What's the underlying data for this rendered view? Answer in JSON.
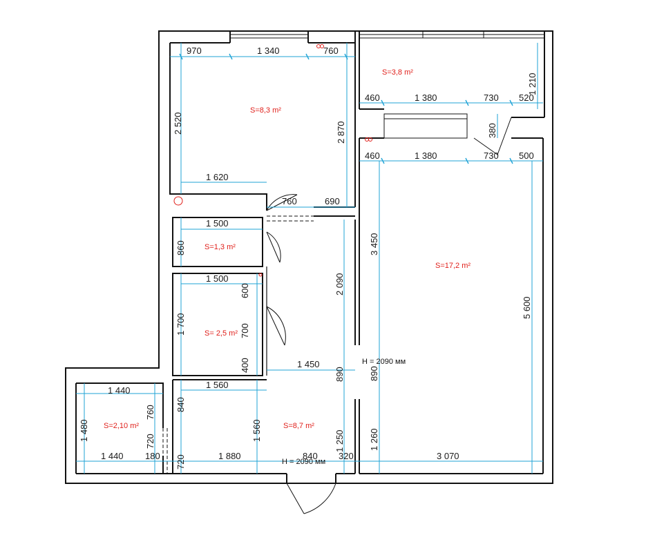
{
  "dimensions": {
    "top_970": "970",
    "top_1340": "1 340",
    "top_760": "760",
    "room1_h": "2 520",
    "room1_right": "2 870",
    "room1_bottom": "1 620",
    "corr_760": "760",
    "corr_690": "690",
    "bal_460": "460",
    "bal_1380": "1 380",
    "bal_730": "730",
    "bal_520": "520",
    "bal_1210": "1 210",
    "bal_door_380": "380",
    "liv_460": "460",
    "liv_1380": "1 380",
    "liv_730": "730",
    "liv_500": "500",
    "liv_3450": "3 450",
    "liv_5600": "5 600",
    "liv_890": "890",
    "liv_1260": "1 260",
    "liv_3070": "3 070",
    "wc_1500": "1 500",
    "wc_860": "860",
    "bath_1500": "1 500",
    "bath_1700": "1 700",
    "bath_600": "600",
    "bath_700": "700",
    "bath_400": "400",
    "hall_2090": "2 090",
    "hall_1450": "1 450",
    "hall_890": "890",
    "hall_1250": "1 250",
    "kit_1560_top": "1 560",
    "kit_840": "840",
    "kit_1560_v": "1 560",
    "kit_720": "720",
    "kit_1880": "1 880",
    "kit_840_bottom": "840",
    "kit_320": "320",
    "pantry_1440_top": "1 440",
    "pantry_1480": "1 480",
    "pantry_760": "760",
    "pantry_720": "720",
    "pantry_1440_bottom": "1 440",
    "pantry_180": "180"
  },
  "areas": {
    "room1": "S=8,3 m²",
    "balcony": "S=3,8 m²",
    "living": "S=17,2 m²",
    "wc": "S=1,3 m²",
    "bath": "S= 2,5 m²",
    "kitchen": "S=8,7 m²",
    "pantry": "S=2,10 m²"
  },
  "notes": {
    "height_1": "H = 2090 мм",
    "height_2": "H = 2090 мм"
  }
}
